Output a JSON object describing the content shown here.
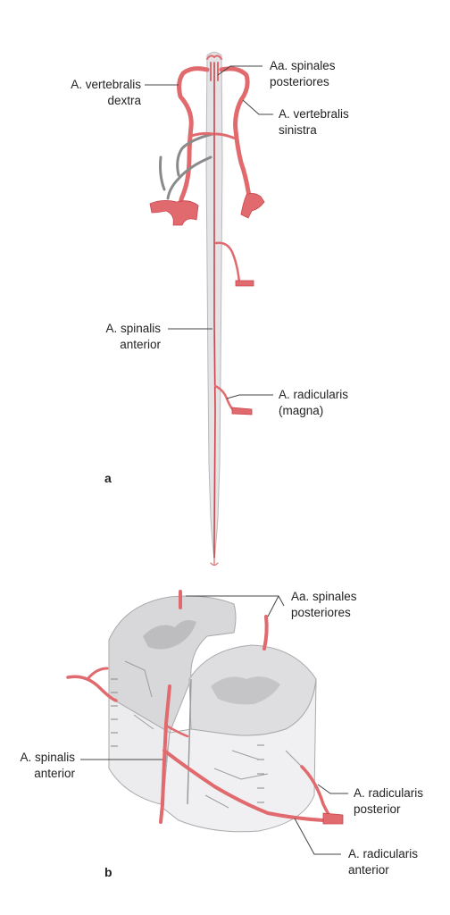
{
  "panel_a": {
    "letter": "a",
    "labels": {
      "vert_dextra_1": "A. vertebralis",
      "vert_dextra_2": "dextra",
      "spin_post_1": "Aa. spinales",
      "spin_post_2": "posteriores",
      "vert_sinistra_1": "A. vertebralis",
      "vert_sinistra_2": "sinistra",
      "spin_ant_1": "A. spinalis",
      "spin_ant_2": "anterior",
      "radic_magna_1": "A. radicularis",
      "radic_magna_2": "(magna)"
    }
  },
  "panel_b": {
    "letter": "b",
    "labels": {
      "spin_post_1": "Aa. spinales",
      "spin_post_2": "posteriores",
      "spin_ant_1": "A. spinalis",
      "spin_ant_2": "anterior",
      "radic_post_1": "A. radicularis",
      "radic_post_2": "posterior",
      "radic_ant_1": "A. radicularis",
      "radic_ant_2": "anterior"
    }
  },
  "colors": {
    "artery": "#e06a6e",
    "vein": "#8a8a8a",
    "cord": "#e4e4e6"
  }
}
